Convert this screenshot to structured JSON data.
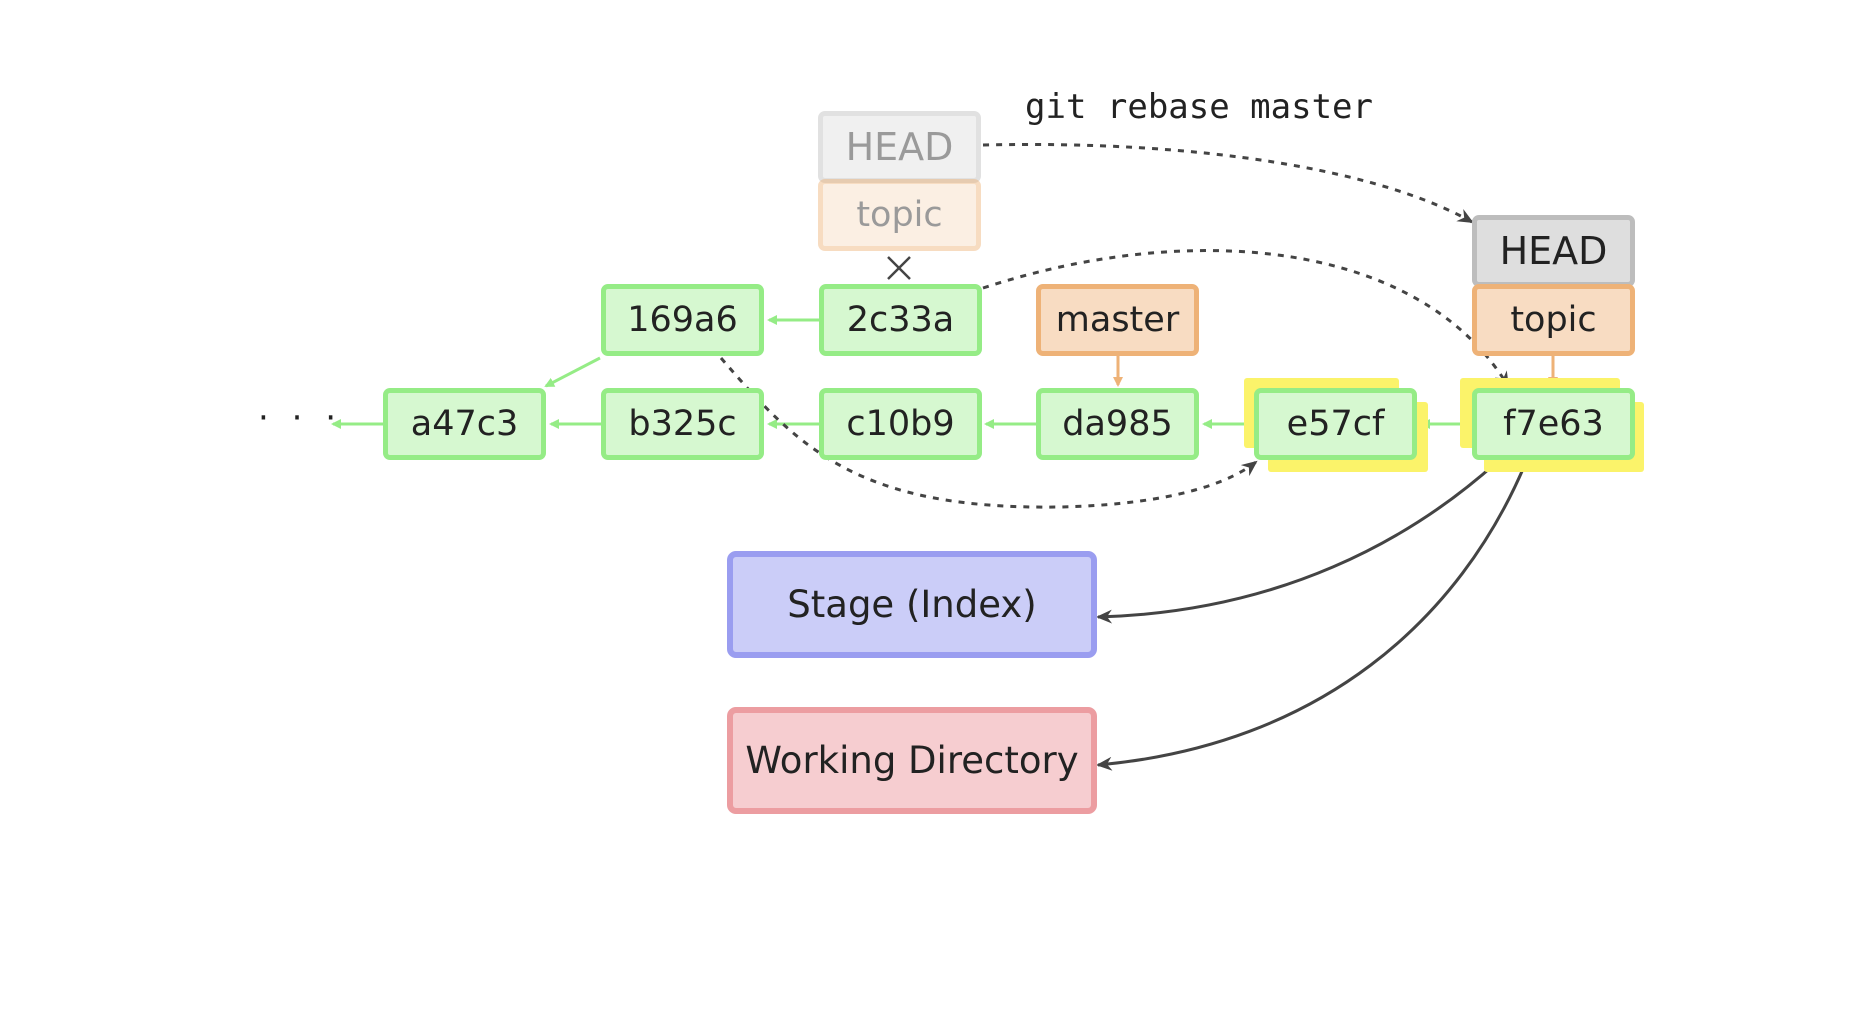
{
  "command": "git rebase master",
  "ellipsis": "· · ·",
  "commits": {
    "a47c3": "a47c3",
    "b325c": "b325c",
    "c10b9": "c10b9",
    "da985": "da985",
    "e57cf": "e57cf",
    "f7e63": "f7e63",
    "169a6": "169a6",
    "2c33a": "2c33a"
  },
  "refs": {
    "old_head": "HEAD",
    "old_topic": "topic",
    "new_head": "HEAD",
    "new_topic": "topic",
    "master": "master"
  },
  "areas": {
    "stage": "Stage (Index)",
    "working_directory": "Working Directory"
  },
  "colors": {
    "commit_fill": "#d6f8d0",
    "commit_border": "#95ec86",
    "ref_fill": "#f8dcc2",
    "ref_border": "#eeb277",
    "head_fill": "#dedede",
    "head_border": "#bdbdbd",
    "stage_fill": "#cbcdf8",
    "stage_border": "#9a9df0",
    "workdir_fill": "#f6cdd0",
    "workdir_border": "#ec9da1",
    "highlight": "#fbf36a",
    "arrow_dark": "#444444",
    "arrow_green": "#95ec86",
    "arrow_orange": "#eeb277"
  }
}
